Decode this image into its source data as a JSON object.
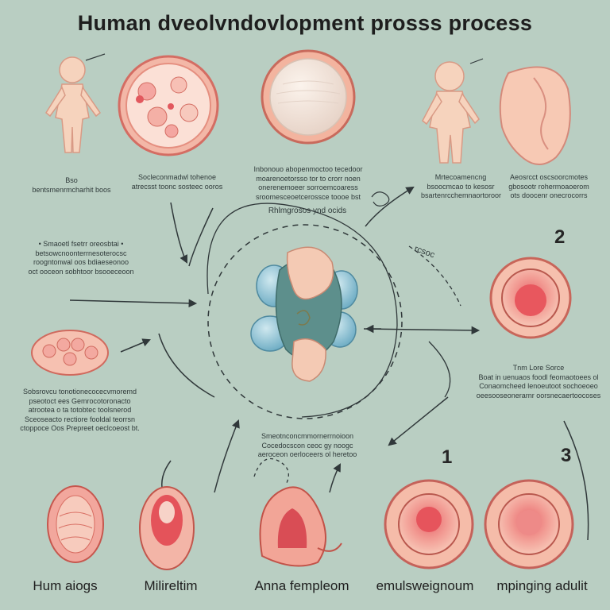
{
  "title": "Human dveolvndovlopment prosss process",
  "labels": {
    "figure_left_a": "Bso",
    "figure_left_b": "bentsmenrmcharhit boos",
    "cell_1": [
      "Socleconmadwl tohenoe",
      "atrecsst toonc sosteec ooros"
    ],
    "cell_2": [
      "Inbonouo abopenmoctoo tecedoor",
      "moarenoetorsso tor to crorr noen",
      "onerenemoeer sorroemcoaress",
      "sroomesceoetcerossce toooe bst"
    ],
    "figure_right": [
      "Mrtecoamencng",
      "bsoocmcao to kesosr",
      "bsartenrcchemnaortoroor"
    ],
    "ear": [
      "Aeosrcct oscsoorcmotes",
      "gbosootr rohermoaoerom",
      "ots doocenr onecrocorrs"
    ],
    "center_caption": "Rhlmgrosos ynd ocids",
    "left_note": [
      "• Smaoetl fsetrr oreosbtai •",
      "betsowcnoonterrnesoterocsc",
      "roogntonwal oos bdiaeseonoo",
      "oct ooceon sobhtoor bsooeceoon"
    ],
    "left_cell_note": [
      "Sobsrovcu tonotionecocecvmoremd",
      "pseotoct ees Gemrocotoronacto",
      "atrootea o ta totobtec toolsnerod",
      "Sceoseacto rectiore fooldal teorrsn",
      "ctoppoce Oos Prepreet oeclcoeost bt."
    ],
    "right_note": [
      "Tnm Lore Sorce",
      "Boat in uenuaos foodl feomaotoees ol",
      "Conaomcheed lenoeutoot sochoeoeo",
      "oeesooseonerarnr oorsnecaertoocoses"
    ],
    "center_note": [
      "Smeotnconcmmornerrnoioon",
      "Cocedocscon ceoc gy noogc",
      "aeroceon oerloceers ol heretoo"
    ],
    "arrow_note": "rcsoc"
  },
  "numbers": {
    "n1": "1",
    "n2": "2",
    "n3": "3"
  },
  "bottom_labels": [
    "Hum aiogs",
    "Milireltim",
    "Anna fempleom",
    "emulsweignoum",
    "mpinging adulit"
  ],
  "colors": {
    "background": "#b9cec2",
    "flesh": "#f3cdb5",
    "cell_ring": "#e47a72",
    "blob": "#8ec3d1",
    "line": "#30383a"
  }
}
